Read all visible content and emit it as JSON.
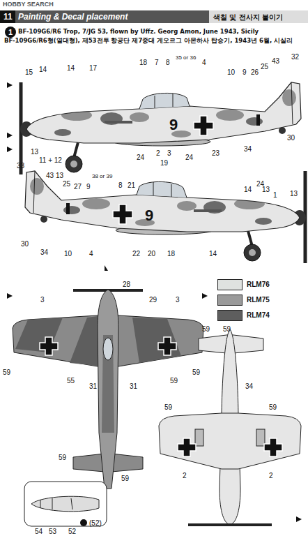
{
  "diagram": {
    "title": "Painting & Decal placement",
    "labels": [
      "HOBBY SEARCH",
      "11",
      "색칠 및 전사지 붙이기",
      "1",
      "BF-109G6/R6 Trop, 7/JG 53, flown by Uffz. Georg Amon, June 1943, Sicily",
      "BF-109G6/R6형(열대형), 제53전투 항공단 제7중대 게오르그 아몬하사 탑승기, 1943년 6월, 시실리",
      "15",
      "14",
      "14",
      "17",
      "18",
      "7",
      "8",
      "35 or 36",
      "4",
      "10",
      "9",
      "26",
      "25",
      "43",
      "32",
      "9",
      "13",
      "11 + 12",
      "13",
      "2",
      "3",
      "24",
      "19",
      "24",
      "23",
      "24",
      "34",
      "30",
      "33",
      "43",
      "25",
      "27",
      "9",
      "38 or 39",
      "8",
      "21",
      "14",
      "13",
      "1",
      "13",
      "9",
      "30",
      "34",
      "10",
      "4",
      "22",
      "20",
      "18",
      "14",
      "3",
      "28",
      "29",
      "3",
      "59",
      "59",
      "55",
      "31",
      "31",
      "59",
      "59",
      "59",
      "59",
      "59",
      "34",
      "59",
      "59",
      "2",
      "2",
      "54",
      "53",
      "52",
      "(52)"
    ],
    "legend": [
      {
        "text": "RLM76",
        "color": "#dfe2e0"
      },
      {
        "text": "RLM75",
        "color": "#9a9a9a"
      },
      {
        "text": "RLM74",
        "color": "#5e5e5e"
      }
    ]
  }
}
